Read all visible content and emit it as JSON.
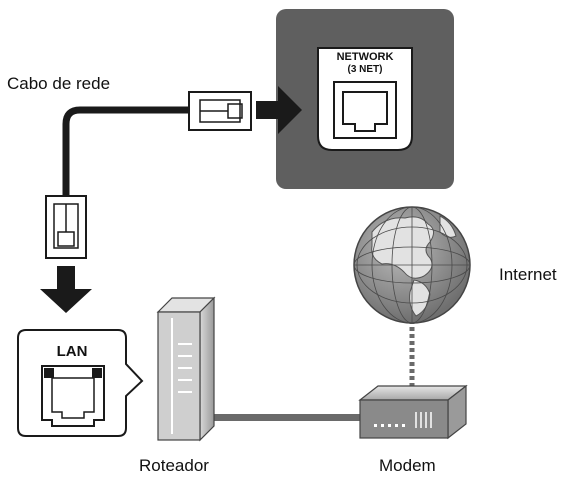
{
  "labels": {
    "network_port": "NETWORK",
    "network_port_sub": "(3 NET)",
    "cable": "Cabo de rede",
    "lan": "LAN",
    "internet": "Internet",
    "router": "Roteador",
    "modem": "Modem"
  },
  "colors": {
    "panel": "#5f5f5f",
    "cable": "#1a1a1a",
    "arrow": "#1a1a1a",
    "globe_land": "#d9d9d9",
    "globe_ocean": "#8f8f8f",
    "device_body": "#c8c8c8",
    "device_dark": "#7a7a7a"
  },
  "icons": [
    "rj45-plug-icon",
    "arrow-right-icon",
    "arrow-down-icon",
    "ethernet-port-icon",
    "globe-icon",
    "router-icon",
    "modem-icon"
  ]
}
